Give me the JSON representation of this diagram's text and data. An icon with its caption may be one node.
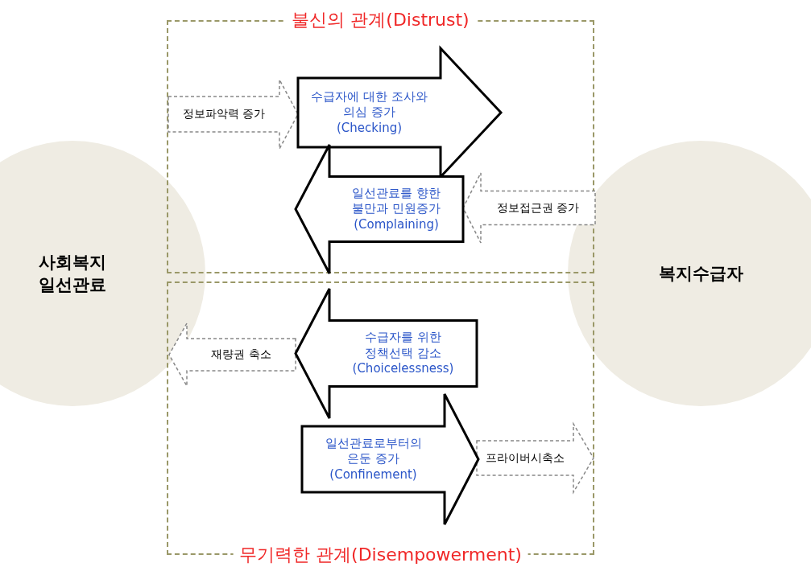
{
  "diagram": {
    "nodes": [
      {
        "text": [
          "사회복지 일선관료"
        ]
      },
      {
        "text": [
          "불신의 관계(Distrust)"
        ]
      },
      {
        "text": [
          "정보파악력 증가"
        ],
        "in": 1
      },
      {
        "text": [
          "수급자에 대한 조사와 의심 증가",
          "(Checking)"
        ],
        "in": 1
      },
      {
        "text": [
          "일선관료를 향한 불만과 민원증가",
          "(Complaining)"
        ],
        "in": 1
      },
      {
        "text": [
          "정보접근권 증가"
        ],
        "in": 1
      },
      {
        "text": [
          "무기력한 관계(Disempowerment)"
        ]
      },
      {
        "text": [
          "수급자를 위한 정책선택 감소",
          "(Choicelessness)"
        ],
        "in": 6
      },
      {
        "text": [
          "재량권 축소"
        ],
        "in": 6
      },
      {
        "text": [
          "일선관료로부터의 은둔 증가",
          "(Confinement)"
        ],
        "in": 6
      },
      {
        "text": [
          "프라이버시축소"
        ],
        "in": 6
      },
      {
        "text": [
          "복지수급자"
        ]
      }
    ]
  }
}
